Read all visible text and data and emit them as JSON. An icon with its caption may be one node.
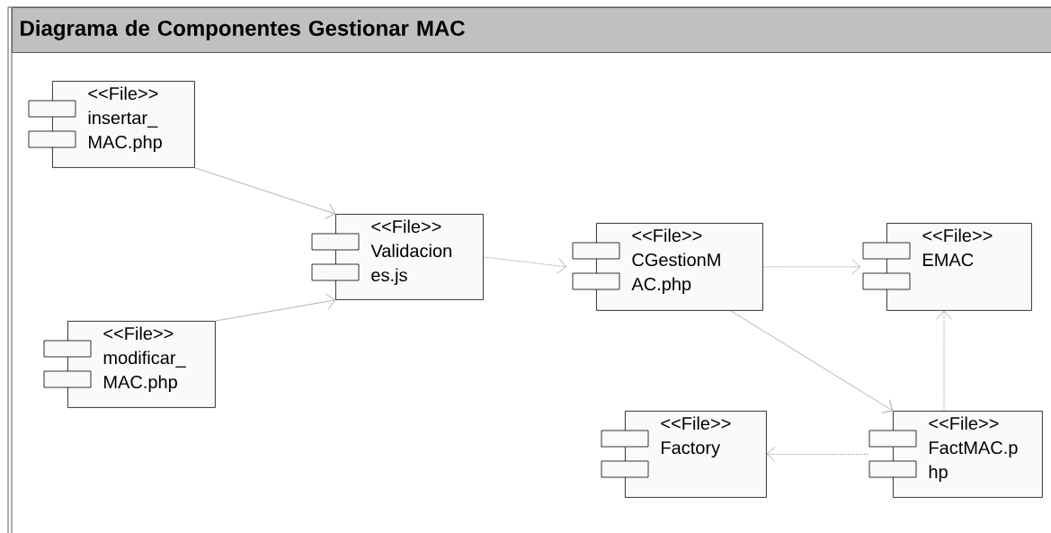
{
  "diagram": {
    "title": "Diagrama de Componentes Gestionar MAC",
    "nodes": [
      {
        "text": [
          "<<File>>",
          "insertar_ MAC.php"
        ]
      },
      {
        "text": [
          "<<File>>",
          "Validacion es.js"
        ]
      },
      {
        "text": [
          "<<File>>",
          "CGestionM AC.php"
        ]
      },
      {
        "text": [
          "<<File>>",
          "EMAC"
        ]
      },
      {
        "text": [
          "<<File>>",
          "modificar_ MAC.php"
        ]
      },
      {
        "text": [
          "<<File>>",
          "Factory"
        ]
      },
      {
        "text": [
          "<<File>>",
          "FactMAC.p hp"
        ]
      }
    ],
    "edges": [
      {
        "from": 0,
        "to": 1,
        "arrow": "to"
      },
      {
        "from": 4,
        "to": 1,
        "arrow": "to"
      },
      {
        "from": 1,
        "to": 2,
        "arrow": "to",
        "style": "dashed"
      },
      {
        "from": 2,
        "to": 3,
        "arrow": "to",
        "style": "dashed"
      },
      {
        "from": 2,
        "to": 6,
        "arrow": "to"
      },
      {
        "from": 6,
        "to": 3,
        "arrow": "to",
        "style": "dashed"
      },
      {
        "from": 6,
        "to": 5,
        "arrow": "to",
        "style": "dashed"
      }
    ]
  }
}
